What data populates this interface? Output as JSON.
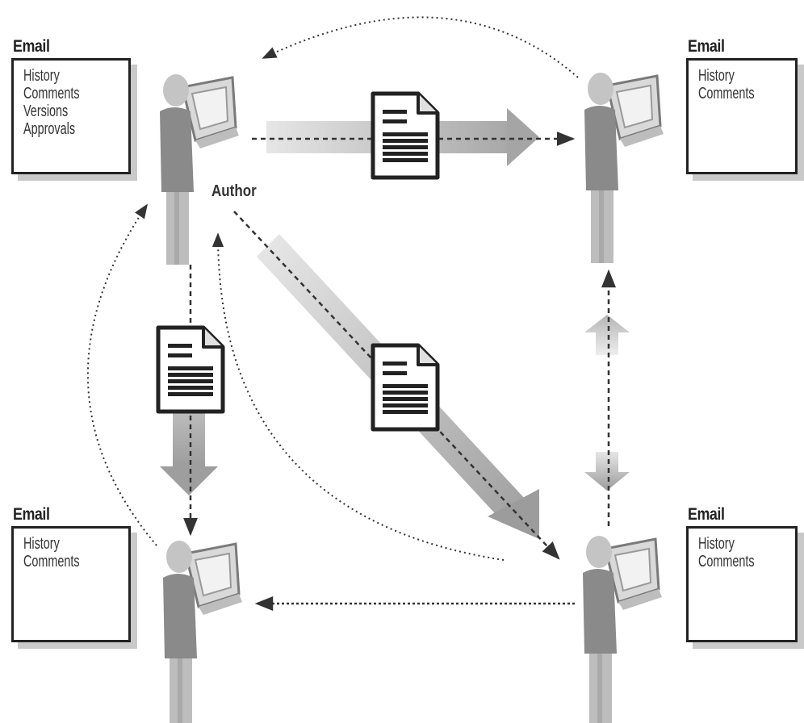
{
  "email_boxes": [
    {
      "id": "top-left",
      "label": "Email",
      "items": [
        "History",
        "Comments",
        "Versions",
        "Approvals"
      ]
    },
    {
      "id": "top-right",
      "label": "Email",
      "items": [
        "History",
        "Comments"
      ]
    },
    {
      "id": "bottom-left",
      "label": "Email",
      "items": [
        "History",
        "Comments"
      ]
    },
    {
      "id": "bottom-right",
      "label": "Email",
      "items": [
        "History",
        "Comments"
      ]
    }
  ],
  "author_label": "Author",
  "colors": {
    "figure": "#8a8a8a",
    "figure_light": "#bdbdbd",
    "arrow_band": "#c8c8c8",
    "line": "#333333",
    "box_shadow": "#c9c9c9"
  },
  "icons": [
    "person-at-computer-icon",
    "document-icon"
  ]
}
